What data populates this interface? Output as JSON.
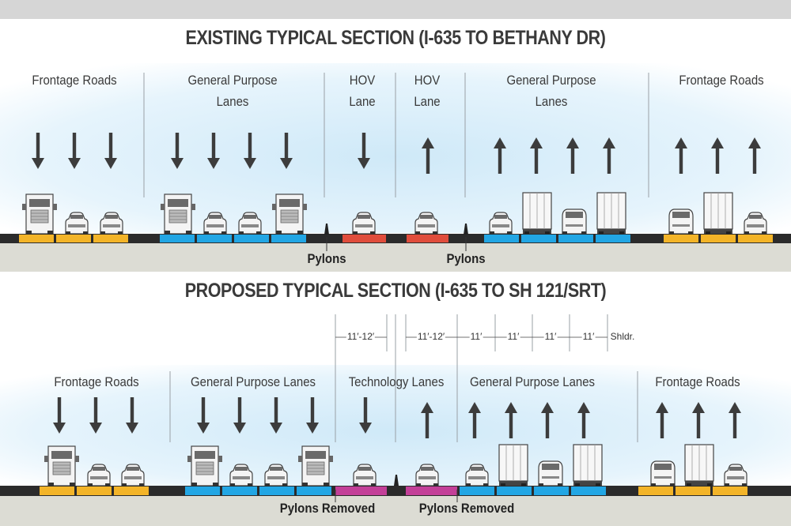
{
  "colors": {
    "frontage": "#f3b428",
    "general": "#22a6e4",
    "hov": "#e04d3c",
    "technology": "#c33f98",
    "asphalt": "#2b2b2b",
    "ground": "#dcdcd4",
    "sky": "#dff1fb",
    "arrow": "#3c3c3c"
  },
  "existing": {
    "title": "EXISTING TYPICAL SECTION (I-635 TO BETHANY DR)",
    "labels": {
      "frontage_left": "Frontage Roads",
      "gp_left_1": "General Purpose",
      "gp_left_2": "Lanes",
      "hov_left_1": "HOV",
      "hov_left_2": "Lane",
      "hov_right_1": "HOV",
      "hov_right_2": "Lane",
      "gp_right_1": "General Purpose",
      "gp_right_2": "Lanes",
      "frontage_right": "Frontage Roads"
    },
    "pylons_left": "Pylons",
    "pylons_right": "Pylons"
  },
  "proposed": {
    "title": "PROPOSED TYPICAL SECTION (I-635 TO SH 121/SRT)",
    "labels": {
      "frontage_left": "Frontage Roads",
      "gp_left": "General Purpose Lanes",
      "technology": "Technology Lanes",
      "gp_right": "General Purpose Lanes",
      "frontage_right": "Frontage Roads"
    },
    "dimensions": {
      "d1": "11′-12′",
      "d2": "11′-12′",
      "d3": "11′",
      "d4": "11′",
      "d5": "11′",
      "d6": "11′",
      "d7": "Shldr."
    },
    "pylons_left": "Pylons Removed",
    "pylons_right": "Pylons Removed"
  }
}
